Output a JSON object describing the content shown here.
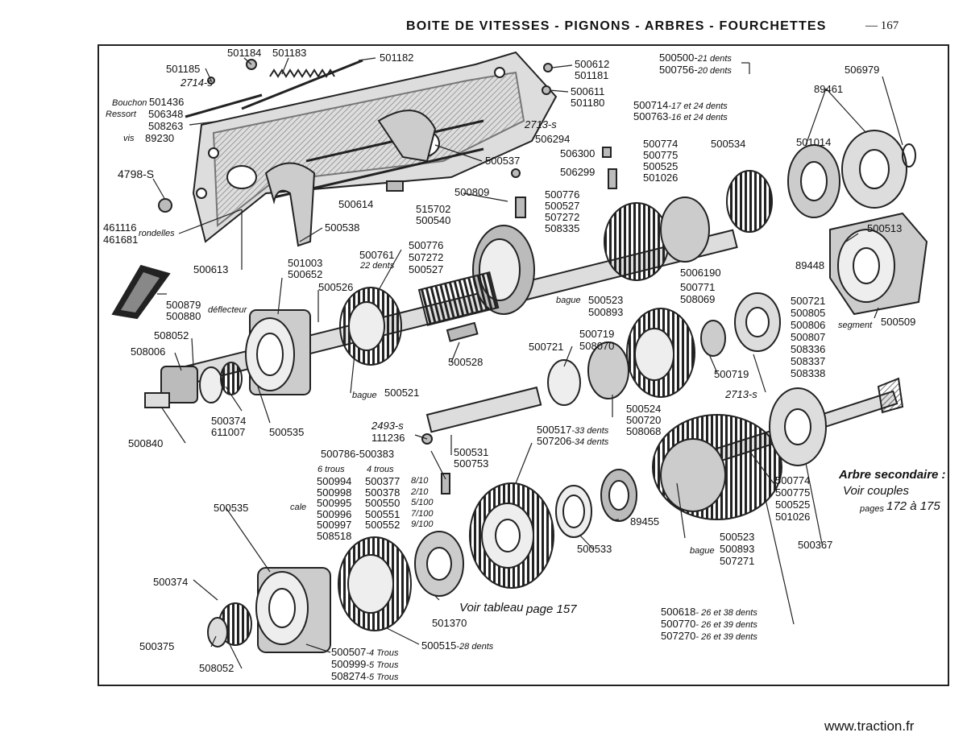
{
  "header": {
    "title": "BOITE DE VITESSES - PIGNONS - ARBRES - FOURCHETTES",
    "page": "— 167"
  },
  "watermark": "www.traction.fr",
  "labels": {
    "l501184": "501184",
    "l501183": "501183",
    "l501182": "501182",
    "l501185": "501185",
    "l2714s": "2714-s",
    "l500612": "500612",
    "l501181": "501181",
    "l500611": "500611",
    "l501180": "501180",
    "bouchon": "Bouchon",
    "ressort": "Ressort",
    "vis": "vis",
    "l501436": "501436",
    "l506348": "506348",
    "l508263": "508263",
    "l89230": "89230",
    "l4798s": "4798-S",
    "l461116": "461116",
    "l461681": "461681",
    "rondelles": "rondelles",
    "l500613": "500613",
    "l500538": "500538",
    "l500537": "500537",
    "l2713s_a": "2713-s",
    "l506294": "506294",
    "l506300": "506300",
    "l506299": "506299",
    "l500614": "500614",
    "l515702": "515702",
    "l500540": "500540",
    "l500809": "500809",
    "l500776a": "500776",
    "l500527a": "500527",
    "l507272a": "507272",
    "l508335": "508335",
    "l500500": "500500-",
    "l500500_n": "21 dents",
    "l500756": "500756-",
    "l500756_n": "20 dents",
    "l500714": "500714",
    "l500714_n": "-17 et 24 dents",
    "l500763": "500763",
    "l500763_n": "-16 et 24 dents",
    "l500774a": "500774",
    "l500775a": "500775",
    "l500525a": "500525",
    "l501026a": "501026",
    "l500534": "500534",
    "l501014": "501014",
    "l506979": "506979",
    "l89461": "89461",
    "l500513": "500513",
    "l89448": "89448",
    "l500509": "500509",
    "segment": "segment",
    "l501003": "501003",
    "l500652": "500652",
    "l500526": "500526",
    "l500761": "500761",
    "l500761_n": "22 dents",
    "l500776b": "500776",
    "l507272b": "507272",
    "l500527b": "500527",
    "bague1": "bague",
    "l500523a": "500523",
    "l500893a": "500893",
    "l5006190": "5006190",
    "l500771": "500771",
    "l508069": "508069",
    "l500721r": "500721",
    "l500805": "500805",
    "l500806": "500806",
    "l500807": "500807",
    "l508336": "508336",
    "l508337": "508337",
    "l508338": "508338",
    "l500879": "500879",
    "l500880": "500880",
    "deflecteur": "déflecteur",
    "l508052a": "508052",
    "l508006": "508006",
    "l500840": "500840",
    "l500374a": "500374",
    "l611007": "611007",
    "l500535a": "500535",
    "bague2": "bague",
    "l500521": "500521",
    "l500528": "500528",
    "l500721": "500721",
    "l500719a": "500719",
    "l508070": "508070",
    "l500719b": "500719",
    "l2713s_b": "2713-s",
    "l500524": "500524",
    "l500720": "500720",
    "l508068": "508068",
    "l2493s": "2493-s",
    "l111236": "111236",
    "l500531": "500531",
    "l500753": "500753",
    "l500786": "500786-500383",
    "l500517": "500517",
    "l500517_n": "-33 dents",
    "l507206": "507206",
    "l507206_n": "-34 dents",
    "trous6": "6 trous",
    "trous4": "4 trous",
    "cale": "cale",
    "arbre": "Arbre secondaire :",
    "voir": "Voir couples",
    "pages": "pages",
    "pages_n": "172 à 175",
    "l500774b": "500774",
    "l500775b": "500775",
    "l500525b": "500525",
    "l501026b": "501026",
    "l500535b": "500535",
    "l89455": "89455",
    "l500533": "500533",
    "l500367": "500367",
    "bague3": "bague",
    "l500523b": "500523",
    "l500893b": "500893",
    "l507271": "507271",
    "l500374b": "500374",
    "l500375": "500375",
    "l508052b": "508052",
    "voir_tableau": "Voir tableau",
    "page157": "page 157",
    "l501370": "501370",
    "l500515": "500515",
    "l500515_n": "-28 dents",
    "l500507": "500507",
    "l500507_n": "-4 Trous",
    "l500999": "500999",
    "l500999_n": "-5 Trous",
    "l508274": "508274",
    "l508274_n": "-5 Trous",
    "l500618": "500618",
    "l500618_n": "- 26 et 38 dents",
    "l500770": "500770",
    "l500770_n": "- 26 et 39 dents",
    "l507270": "507270",
    "l507270_n": "- 26 et 39 dents"
  },
  "cale_col1": "500994\n500998\n500995\n500996\n500997\n508518",
  "cale_col2": "500377\n500378\n500550\n500551\n500552",
  "cale_col3": "8/10\n2/10\n5/100\n7/100\n9/100"
}
